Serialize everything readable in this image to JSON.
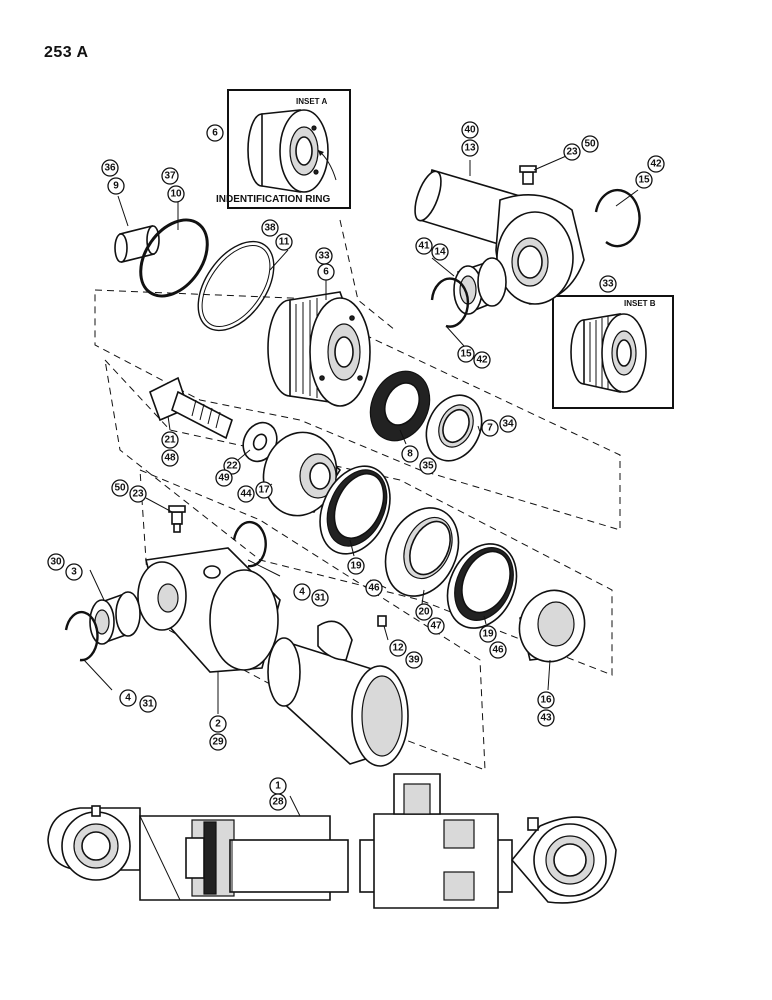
{
  "page": {
    "number": "253 A"
  },
  "insets": {
    "a": {
      "label": "INSET A",
      "note": "INDENTIFICATION RING",
      "callout": "6"
    },
    "b": {
      "label": "INSET B",
      "callout": "33"
    }
  },
  "callouts": [
    {
      "id": "c36",
      "text": "36"
    },
    {
      "id": "c9",
      "text": "9"
    },
    {
      "id": "c37",
      "text": "37"
    },
    {
      "id": "c10",
      "text": "10"
    },
    {
      "id": "c38",
      "text": "38"
    },
    {
      "id": "c11",
      "text": "11"
    },
    {
      "id": "c33",
      "text": "33"
    },
    {
      "id": "c6",
      "text": "6"
    },
    {
      "id": "c40",
      "text": "40"
    },
    {
      "id": "c13",
      "text": "13"
    },
    {
      "id": "c23a",
      "text": "23"
    },
    {
      "id": "c50a",
      "text": "50"
    },
    {
      "id": "c42a",
      "text": "42"
    },
    {
      "id": "c15a",
      "text": "15"
    },
    {
      "id": "c41",
      "text": "41"
    },
    {
      "id": "c14",
      "text": "14"
    },
    {
      "id": "c15b",
      "text": "15"
    },
    {
      "id": "c42b",
      "text": "42"
    },
    {
      "id": "c8",
      "text": "8"
    },
    {
      "id": "c35",
      "text": "35"
    },
    {
      "id": "c7",
      "text": "7"
    },
    {
      "id": "c34",
      "text": "34"
    },
    {
      "id": "c21",
      "text": "21"
    },
    {
      "id": "c48",
      "text": "48"
    },
    {
      "id": "c22",
      "text": "22"
    },
    {
      "id": "c49",
      "text": "49"
    },
    {
      "id": "c44",
      "text": "44"
    },
    {
      "id": "c17",
      "text": "17"
    },
    {
      "id": "c50b",
      "text": "50"
    },
    {
      "id": "c23b",
      "text": "23"
    },
    {
      "id": "c4a",
      "text": "4"
    },
    {
      "id": "c31a",
      "text": "31"
    },
    {
      "id": "c19a",
      "text": "19"
    },
    {
      "id": "c46a",
      "text": "46"
    },
    {
      "id": "c20",
      "text": "20"
    },
    {
      "id": "c47",
      "text": "47"
    },
    {
      "id": "c19b",
      "text": "19"
    },
    {
      "id": "c46b",
      "text": "46"
    },
    {
      "id": "c30",
      "text": "30"
    },
    {
      "id": "c3",
      "text": "3"
    },
    {
      "id": "c12",
      "text": "12"
    },
    {
      "id": "c39",
      "text": "39"
    },
    {
      "id": "c16",
      "text": "16"
    },
    {
      "id": "c43",
      "text": "43"
    },
    {
      "id": "c4b",
      "text": "4"
    },
    {
      "id": "c31b",
      "text": "31"
    },
    {
      "id": "c2",
      "text": "2"
    },
    {
      "id": "c29",
      "text": "29"
    },
    {
      "id": "c1",
      "text": "1"
    },
    {
      "id": "c28",
      "text": "28"
    }
  ]
}
